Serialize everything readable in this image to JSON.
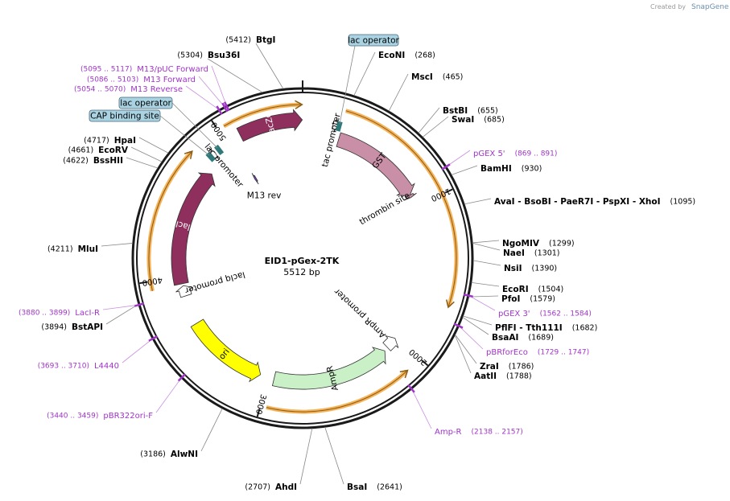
{
  "watermark": {
    "prefix": "Created by",
    "brand": "SnapGene"
  },
  "plasmid": {
    "name": "EID1-pGex-2TK",
    "size_label": "5512 bp",
    "length": 5512
  },
  "ticks": [
    {
      "pos": 1000,
      "label": "1000"
    },
    {
      "pos": 2000,
      "label": "2000"
    },
    {
      "pos": 3000,
      "label": "3000"
    },
    {
      "pos": 4000,
      "label": "4000"
    },
    {
      "pos": 5000,
      "label": "5000"
    }
  ],
  "features": [
    {
      "name": "GST",
      "type": "cds",
      "start": 258,
      "end": 915,
      "dir": 1,
      "color": "#c98fa6",
      "label_color": "#000000"
    },
    {
      "name": "lacZα",
      "type": "cds",
      "start": 5100,
      "end": 5510,
      "dir": 1,
      "color": "#8e2f5e",
      "label_color": "#ffffff"
    },
    {
      "name": "lacI",
      "type": "cds",
      "start": 3950,
      "end": 4790,
      "dir": 1,
      "color": "#8e2f5e",
      "label_color": "#ffffff"
    },
    {
      "name": "AmpR",
      "type": "cds",
      "start": 2120,
      "end": 2960,
      "dir": -1,
      "color": "#c9f0c6",
      "label_color": "#000000"
    },
    {
      "name": "ori",
      "type": "rep",
      "start": 3060,
      "end": 3650,
      "dir": -1,
      "color": "#ffff00",
      "label_color": "#000000"
    },
    {
      "name": "lacIq promoter",
      "type": "promoter",
      "start": 3860,
      "end": 3935,
      "dir": 1,
      "color": "#ffffff",
      "label_color": "#000000"
    },
    {
      "name": "AmpR promoter",
      "type": "promoter",
      "start": 2005,
      "end": 2090,
      "dir": -1,
      "color": "#ffffff",
      "label_color": "#000000"
    },
    {
      "name": "tac promoter",
      "type": "promoter",
      "start": 195,
      "end": 225,
      "dir": 1,
      "color": "#ffffff",
      "label_color": "#000000"
    },
    {
      "name": "lac promoter",
      "type": "promoter",
      "start": 4880,
      "end": 4905,
      "dir": 1,
      "color": "#ffffff",
      "label_color": "#000000"
    },
    {
      "name": "thrombin site",
      "type": "site",
      "start": 912,
      "end": 930,
      "dir": 1,
      "color": "#c98fa6",
      "label_color": "#000000"
    },
    {
      "name": "M13 rev",
      "type": "primer",
      "start": 5035,
      "end": 5050,
      "dir": -1,
      "color": "#7a3fc8",
      "label_color": "#000000"
    }
  ],
  "orfs": [
    {
      "start": 250,
      "end": 1655,
      "dir": 1
    },
    {
      "start": 2105,
      "end": 2965,
      "dir": -1
    },
    {
      "start": 3945,
      "end": 4800,
      "dir": 1
    },
    {
      "start": 5040,
      "end": 5500,
      "dir": 1
    }
  ],
  "operators": [
    {
      "name": "lac operator",
      "pos": 236,
      "color": "#2e7a7a"
    },
    {
      "name": "lac operator",
      "pos": 4935,
      "color": "#2e7a7a"
    },
    {
      "name": "CAP binding site",
      "pos": 4865,
      "color": "#2e7a7a"
    }
  ],
  "site_labels": [
    {
      "name": "BtgI",
      "pos": 5412,
      "text": "(5412)",
      "kind": "enzyme"
    },
    {
      "name": "Bsu36I",
      "pos": 5304,
      "text": "(5304)",
      "kind": "enzyme"
    },
    {
      "name": "EcoNI",
      "pos": 268,
      "text": "(268)",
      "kind": "enzyme"
    },
    {
      "name": "MscI",
      "pos": 465,
      "text": "(465)",
      "kind": "enzyme"
    },
    {
      "name": "BstBI",
      "pos": 655,
      "text": "(655)",
      "kind": "enzyme"
    },
    {
      "name": "SwaI",
      "pos": 685,
      "text": "(685)",
      "kind": "enzyme"
    },
    {
      "name": "pGEX 5'",
      "pos": 880,
      "text": "(869 .. 891)",
      "kind": "primer"
    },
    {
      "name": "BamHI",
      "pos": 930,
      "text": "(930)",
      "kind": "enzyme"
    },
    {
      "name": "AvaI - BsoBI - PaeR7I - PspXI - XhoI",
      "pos": 1095,
      "text": "(1095)",
      "kind": "enzyme"
    },
    {
      "name": "NgoMIV",
      "pos": 1299,
      "text": "(1299)",
      "kind": "enzyme"
    },
    {
      "name": "NaeI",
      "pos": 1301,
      "text": "(1301)",
      "kind": "enzyme"
    },
    {
      "name": "NsiI",
      "pos": 1390,
      "text": "(1390)",
      "kind": "enzyme"
    },
    {
      "name": "EcoRI",
      "pos": 1504,
      "text": "(1504)",
      "kind": "enzyme"
    },
    {
      "name": "PfoI",
      "pos": 1579,
      "text": "(1579)",
      "kind": "enzyme"
    },
    {
      "name": "pGEX 3'",
      "pos": 1573,
      "text": "(1562 .. 1584)",
      "kind": "primer"
    },
    {
      "name": "PflFI - Tth111I",
      "pos": 1682,
      "text": "(1682)",
      "kind": "enzyme"
    },
    {
      "name": "BsaAI",
      "pos": 1689,
      "text": "(1689)",
      "kind": "enzyme"
    },
    {
      "name": "pBRforEco",
      "pos": 1738,
      "text": "(1729 .. 1747)",
      "kind": "primer"
    },
    {
      "name": "ZraI",
      "pos": 1786,
      "text": "(1786)",
      "kind": "enzyme"
    },
    {
      "name": "AatII",
      "pos": 1788,
      "text": "(1788)",
      "kind": "enzyme"
    },
    {
      "name": "Amp-R",
      "pos": 2147,
      "text": "(2138 .. 2157)",
      "kind": "primer"
    },
    {
      "name": "BsaI",
      "pos": 2641,
      "text": "(2641)",
      "kind": "enzyme"
    },
    {
      "name": "AhdI",
      "pos": 2707,
      "text": "(2707)",
      "kind": "enzyme"
    },
    {
      "name": "AlwNI",
      "pos": 3186,
      "text": "(3186)",
      "kind": "enzyme"
    },
    {
      "name": "pBR322ori-F",
      "pos": 3450,
      "text": "(3440 .. 3459)",
      "kind": "primer"
    },
    {
      "name": "L4440",
      "pos": 3701,
      "text": "(3693 .. 3710)",
      "kind": "primer"
    },
    {
      "name": "BstAPI",
      "pos": 3894,
      "text": "(3894)",
      "kind": "enzyme"
    },
    {
      "name": "LacI-R",
      "pos": 3890,
      "text": "(3880 .. 3899)",
      "kind": "primer"
    },
    {
      "name": "MluI",
      "pos": 4211,
      "text": "(4211)",
      "kind": "enzyme"
    },
    {
      "name": "BssHII",
      "pos": 4622,
      "text": "(4622)",
      "kind": "enzyme"
    },
    {
      "name": "EcoRV",
      "pos": 4661,
      "text": "(4661)",
      "kind": "enzyme"
    },
    {
      "name": "HpaI",
      "pos": 4717,
      "text": "(4717)",
      "kind": "enzyme"
    },
    {
      "name": "M13 Reverse",
      "pos": 5062,
      "text": "(5054 .. 5070)",
      "kind": "primer"
    },
    {
      "name": "M13 Forward",
      "pos": 5094,
      "text": "(5086 .. 5103)",
      "kind": "primer"
    },
    {
      "name": "M13/pUC Forward",
      "pos": 5106,
      "text": "(5095 .. 5117)",
      "kind": "primer"
    }
  ],
  "boxed_labels": [
    {
      "name": "lac operator",
      "pos": 236
    },
    {
      "name": "lac operator",
      "pos": 4935
    },
    {
      "name": "CAP binding site",
      "pos": 4865
    }
  ],
  "colors": {
    "backbone": "#1a1a1a",
    "orf": "#f5b35a",
    "primer_text": "#a034c8",
    "box_fill": "#a9d3e3",
    "box_stroke": "#4a6a78"
  }
}
